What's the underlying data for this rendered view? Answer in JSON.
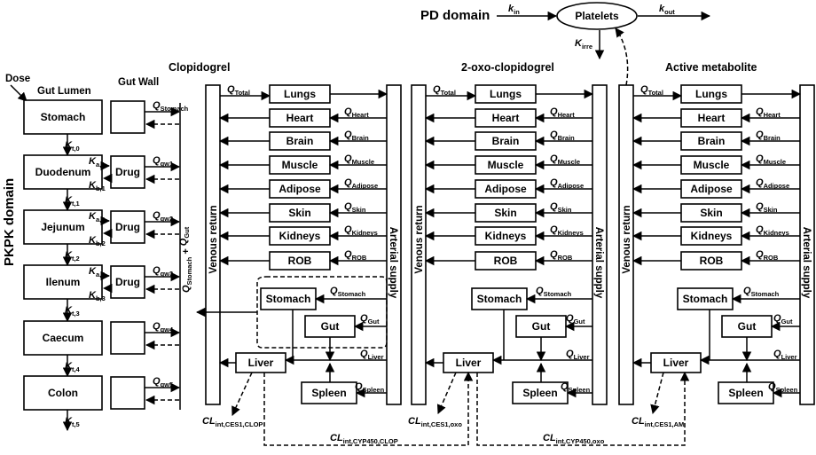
{
  "pd": {
    "title": "PD domain",
    "platelets": "Platelets",
    "kin": "k",
    "kin_sub": "in",
    "kout": "k",
    "kout_sub": "out",
    "kirre": "K",
    "kirre_sub": "irre"
  },
  "pkpk": {
    "title": "PKPK domain",
    "dose": "Dose",
    "gut_lumen": "Gut Lumen",
    "gut_wall": "Gut Wall"
  },
  "lumen": [
    {
      "label": "Stomach",
      "kt": "0"
    },
    {
      "label": "Duodenum",
      "kt": "1"
    },
    {
      "label": "Jejunum",
      "kt": "2"
    },
    {
      "label": "Ilenum",
      "kt": "3"
    },
    {
      "label": "Caecum",
      "kt": "4"
    },
    {
      "label": "Colon",
      "kt": "5"
    }
  ],
  "kt_symbol": "K",
  "kt_prefix": "t,",
  "ka_symbol": "K",
  "ka_prefix": "a,",
  "kb_symbol": "K",
  "kb_prefix": "b,",
  "absorb": [
    {
      "idx": "1"
    },
    {
      "idx": "2"
    },
    {
      "idx": "3"
    }
  ],
  "wall": [
    {
      "label": "",
      "q": "Q",
      "q_sub": "Stomach"
    },
    {
      "label": "Drug",
      "q": "Q",
      "q_sub": "gw1"
    },
    {
      "label": "Drug",
      "q": "Q",
      "q_sub": "gw2"
    },
    {
      "label": "Drug",
      "q": "Q",
      "q_sub": "gw3"
    },
    {
      "label": "",
      "q": "Q",
      "q_sub": "gw4"
    },
    {
      "label": "",
      "q": "Q",
      "q_sub": "gw5"
    }
  ],
  "qsg": {
    "q1": "Q",
    "s1": "Stomach",
    "plus": " + ",
    "q2": "Q",
    "s2": "Gut"
  },
  "labels": {
    "venous": "Venous return",
    "arterial": "Arterial supply",
    "qtotal": "Q",
    "qtotal_sub": "Total"
  },
  "modules": [
    {
      "title": "Clopidogrel"
    },
    {
      "title": "2-oxo-clopidogrel"
    },
    {
      "title": "Active metabolite"
    }
  ],
  "organs": [
    {
      "label": "Lungs",
      "q": "",
      "sub": ""
    },
    {
      "label": "Heart",
      "q": "Q",
      "sub": "Heart"
    },
    {
      "label": "Brain",
      "q": "Q",
      "sub": "Brain"
    },
    {
      "label": "Muscle",
      "q": "Q",
      "sub": "Muscle"
    },
    {
      "label": "Adipose",
      "q": "Q",
      "sub": "Adipose"
    },
    {
      "label": "Skin",
      "q": "Q",
      "sub": "Skin"
    },
    {
      "label": "Kidneys",
      "q": "Q",
      "sub": "Kidneys"
    },
    {
      "label": "ROB",
      "q": "Q",
      "sub": "ROB"
    }
  ],
  "splanch": {
    "stomach": "Stomach",
    "gut": "Gut",
    "liver": "Liver",
    "spleen": "Spleen",
    "q": "Q",
    "s_stomach": "Stomach",
    "s_gut": "Gut",
    "s_liver": "Liver",
    "s_spleen": "Spleen"
  },
  "clearance": {
    "cl": "CL",
    "ces1_clop": "int,CES1,CLOP",
    "ces1_oxo": "int,CES1,oxo",
    "ces1_am": "int,CES1,AM",
    "cyp_clop": "int,CYP450,CLOP",
    "cyp_oxo": "int,CYP450,oxo"
  }
}
